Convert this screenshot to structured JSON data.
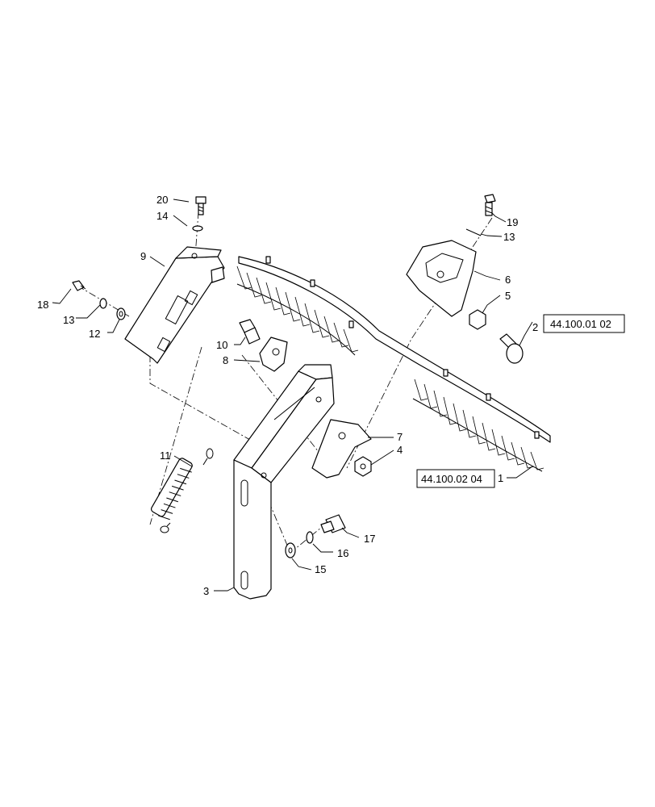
{
  "callouts": {
    "c1": "1",
    "c2": "2",
    "c3": "3",
    "c4": "4",
    "c5": "5",
    "c6": "6",
    "c7": "7",
    "c8": "8",
    "c9": "9",
    "c10": "10",
    "c11": "11",
    "c12": "12",
    "c13a": "13",
    "c13b": "13",
    "c14": "14",
    "c15": "15",
    "c16": "16",
    "c17": "17",
    "c18": "18",
    "c19": "19",
    "c20": "20"
  },
  "references": {
    "ref_upper": "44.100.01 02",
    "ref_lower": "44.100.02 04"
  }
}
